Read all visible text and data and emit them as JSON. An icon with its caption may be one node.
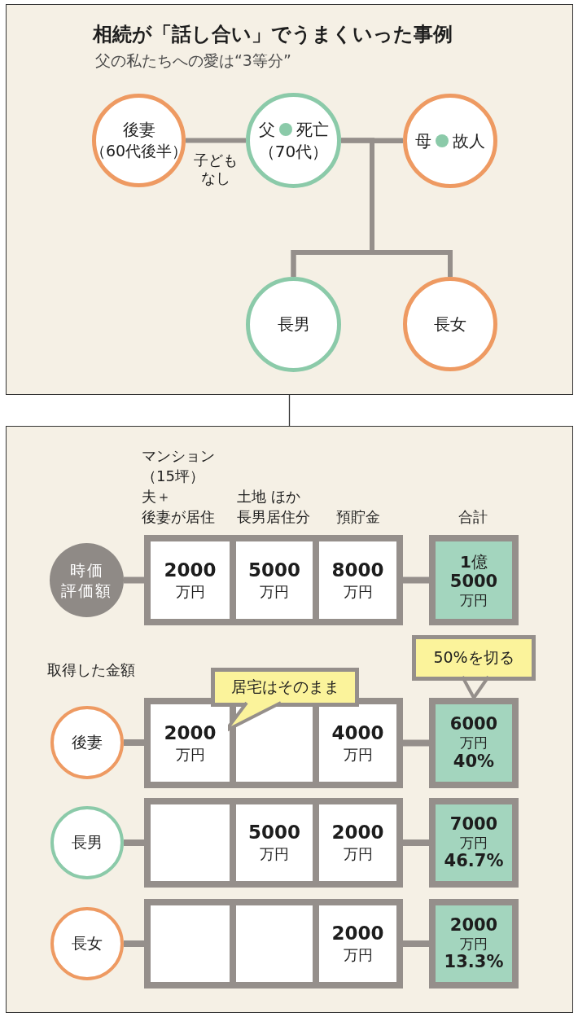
{
  "diagram": {
    "title": "相続が「話し合い」でうまくいった事例",
    "nodes": [
      {
        "text": [],
        "shape": "box"
      },
      {
        "text": [
          "後妻",
          "（60代後半）"
        ],
        "in": 0
      },
      {
        "text": [
          "父",
          "死亡",
          "（70代）"
        ],
        "in": 0
      },
      {
        "text": [
          "母",
          "故人"
        ],
        "in": 0
      },
      {
        "text": [
          "長男"
        ],
        "in": 0
      },
      {
        "text": [
          "長女"
        ],
        "in": 0
      },
      {
        "text": [],
        "shape": "box"
      },
      {
        "text": [
          "時価評価額"
        ],
        "in": 6
      },
      {
        "text": [],
        "shape": "box",
        "in": 6
      },
      {
        "text": [
          "2000",
          "万円"
        ],
        "in": 8
      },
      {
        "text": [
          "5000",
          "万円"
        ],
        "in": 8
      },
      {
        "text": [
          "8000",
          "万円"
        ],
        "in": 8
      },
      {
        "text": [
          "**1**億",
          "5000",
          "万円"
        ],
        "in": 6
      },
      {
        "text": [
          "50%を切る"
        ],
        "in": 6
      },
      {
        "text": [
          "居宅はそのまま"
        ],
        "in": 6
      },
      {
        "text": [
          "後妻"
        ],
        "in": 6
      },
      {
        "text": [],
        "shape": "box",
        "in": 6
      },
      {
        "text": [
          "2000",
          "万円"
        ],
        "in": 16
      },
      {
        "text": [],
        "shape": "box",
        "in": 16
      },
      {
        "text": [
          "4000",
          "万円"
        ],
        "in": 16
      },
      {
        "text": [
          "6000",
          "万円",
          "40%"
        ],
        "in": 6
      },
      {
        "text": [
          "長男"
        ],
        "in": 6
      },
      {
        "text": [],
        "shape": "box",
        "in": 6
      },
      {
        "text": [],
        "shape": "box",
        "in": 22
      },
      {
        "text": [
          "5000",
          "万円"
        ],
        "in": 22
      },
      {
        "text": [
          "2000",
          "万円"
        ],
        "in": 22
      },
      {
        "text": [
          "7000",
          "万円",
          "46.7%"
        ],
        "in": 6
      },
      {
        "text": [
          "長女"
        ],
        "in": 6
      },
      {
        "text": [],
        "shape": "box",
        "in": 6
      },
      {
        "text": [],
        "shape": "box",
        "in": 28
      },
      {
        "text": [],
        "shape": "box",
        "in": 28
      },
      {
        "text": [
          "2000",
          "万円"
        ],
        "in": 28
      },
      {
        "text": [
          "2000",
          "万円",
          "13.3%"
        ],
        "in": 6
      }
    ],
    "edges": [
      {
        "from": 1,
        "to": 2,
        "arrow": "none",
        "label": "子どもなし"
      },
      {
        "from": 2,
        "to": 3,
        "arrow": "none"
      },
      {
        "from": 2,
        "to": 4,
        "arrow": "none"
      },
      {
        "from": 2,
        "to": 5,
        "arrow": "none"
      },
      {
        "from": 3,
        "to": 4,
        "arrow": "none"
      },
      {
        "from": 3,
        "to": 5,
        "arrow": "none"
      },
      {
        "from": 0,
        "to": 6,
        "arrow": "none",
        "color": "#333333"
      },
      {
        "from": 7,
        "to": 8,
        "arrow": "none"
      },
      {
        "from": 8,
        "to": 12,
        "arrow": "none"
      },
      {
        "from": 13,
        "to": 20,
        "arrow": "to"
      },
      {
        "from": 14,
        "to": 17,
        "arrow": "none"
      },
      {
        "from": 15,
        "to": 16,
        "arrow": "none"
      },
      {
        "from": 16,
        "to": 20,
        "arrow": "none"
      },
      {
        "from": 21,
        "to": 22,
        "arrow": "none"
      },
      {
        "from": 22,
        "to": 26,
        "arrow": "none"
      },
      {
        "from": 27,
        "to": 28,
        "arrow": "none"
      },
      {
        "from": 28,
        "to": 32,
        "arrow": "none"
      }
    ],
    "labels": [
      "父の私たちへの愛は“3等分”",
      "マンション（15坪）夫＋後妻が居住",
      "土地 ほか長男居住分",
      "預貯金",
      "合計",
      "取得した金額"
    ]
  }
}
